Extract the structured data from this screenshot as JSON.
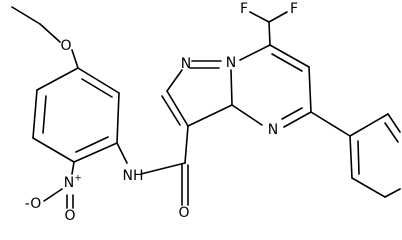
{
  "molecule": {
    "labels": {
      "o_ether": "O",
      "f1": "F",
      "f2": "F",
      "n_pyrazole_a": "N",
      "n_pyrazole_b": "N",
      "n_pyrimidine": "N",
      "n_nitro": "N",
      "plus_nitro": "+",
      "o_nitro_top": "-O",
      "o_nitro_bottom": "O",
      "nh": "NH",
      "o_carbonyl": "O"
    },
    "colors": {
      "bond": "#000000",
      "text": "#000000",
      "background": "#ffffff"
    }
  }
}
